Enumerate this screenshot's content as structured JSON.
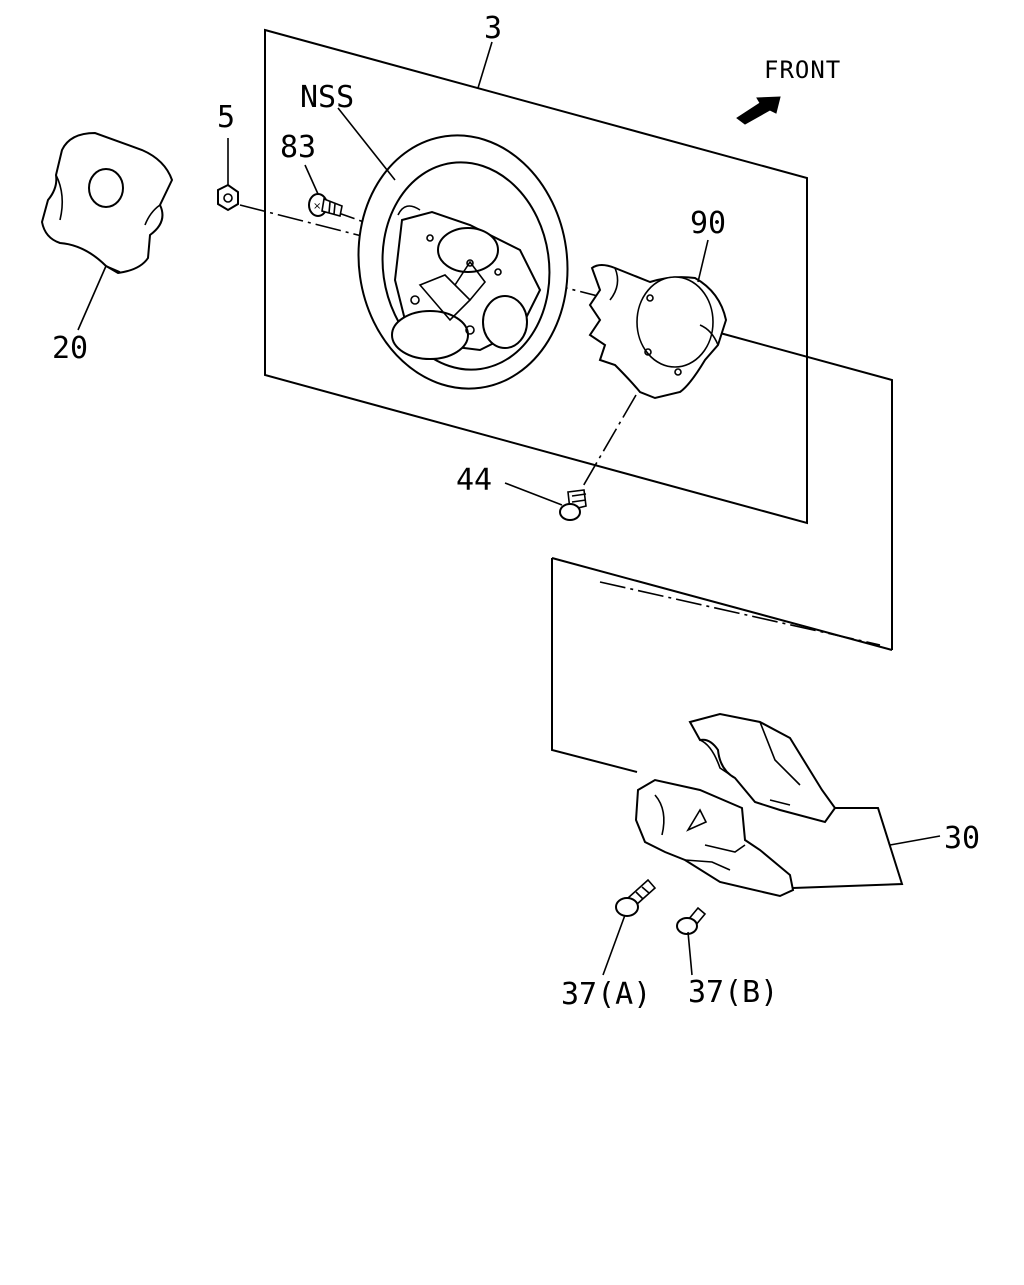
{
  "diagram": {
    "front_label": "FRONT",
    "colors": {
      "line": "#000000",
      "background": "#ffffff"
    },
    "icons": {
      "front_arrow": "front-direction-arrow-icon"
    },
    "callouts": {
      "c3": "3",
      "cNSS": "NSS",
      "c5": "5",
      "c83": "83",
      "c90": "90",
      "c20": "20",
      "c44": "44",
      "c30": "30",
      "c37a": "37(A)",
      "c37b": "37(B)"
    }
  }
}
